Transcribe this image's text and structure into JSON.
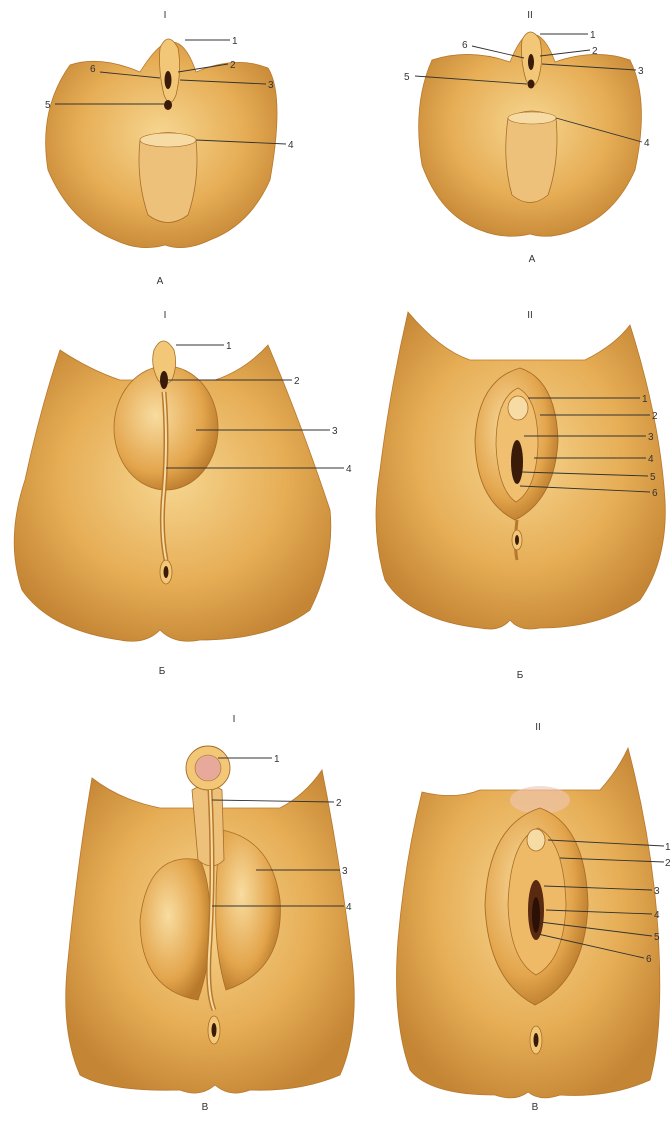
{
  "colors": {
    "skin": "#e8b25a",
    "skin_light": "#f3cf86",
    "skin_shadow": "#b8782c",
    "slit": "#3a1a08",
    "pink": "#e7a99a",
    "ink": "#333333"
  },
  "panels": [
    {
      "id": "a1",
      "numeral": "I",
      "caption": "А",
      "callouts": [
        "1",
        "2",
        "3",
        "4",
        "5",
        "6"
      ]
    },
    {
      "id": "a2",
      "numeral": "II",
      "caption": "А",
      "callouts": [
        "1",
        "2",
        "3",
        "4",
        "5",
        "6"
      ]
    },
    {
      "id": "b1",
      "numeral": "I",
      "caption": "Б",
      "callouts": [
        "1",
        "2",
        "3",
        "4"
      ]
    },
    {
      "id": "b2",
      "numeral": "II",
      "caption": "Б",
      "callouts": [
        "1",
        "2",
        "3",
        "4",
        "5",
        "6"
      ]
    },
    {
      "id": "c1",
      "numeral": "I",
      "caption": "В",
      "callouts": [
        "1",
        "2",
        "3",
        "4"
      ]
    },
    {
      "id": "c2",
      "numeral": "II",
      "caption": "В",
      "callouts": [
        "1",
        "2",
        "3",
        "4",
        "5",
        "6"
      ]
    }
  ]
}
